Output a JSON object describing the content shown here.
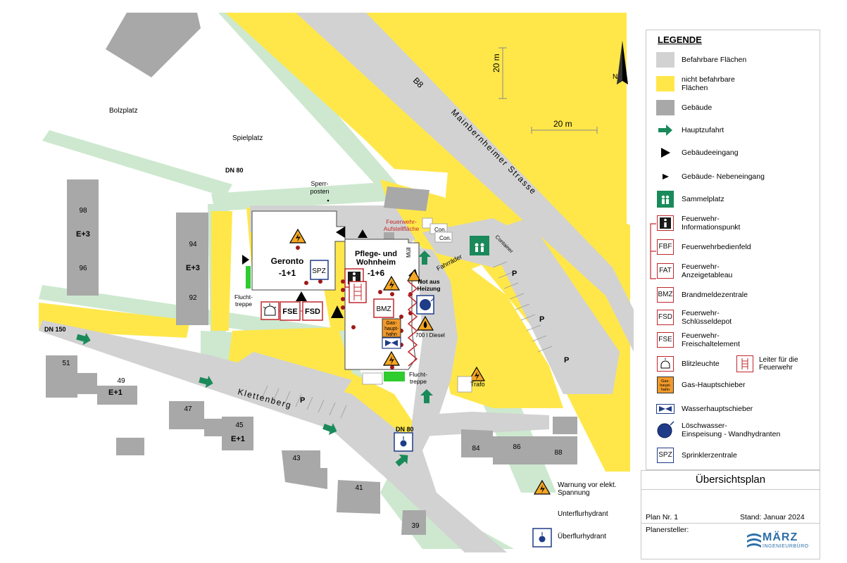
{
  "map": {
    "scale_labels": [
      "20 m",
      "20 m"
    ],
    "street_b8": "B8",
    "street_main": "Mainbernheimer Strasse",
    "street_klettenberg": "Klettenberg",
    "places": {
      "bolzplatz": "Bolzplatz",
      "spielplatz": "Spielplatz",
      "sperrposten": "Sperr-\nposten"
    },
    "buildings": {
      "geronto": "Geronto",
      "geronto_floors": "-1+1",
      "pflege": "Pflege- und",
      "wohnheim": "Wohnheim",
      "pflege_floors": "-1+6",
      "b98": "98",
      "b94": "94",
      "b96": "96",
      "b92": "92",
      "e3a": "E+3",
      "e3b": "E+3",
      "b51": "51",
      "b49": "49",
      "e1a": "E+1",
      "b47": "47",
      "b45": "45",
      "e1b": "E+1",
      "b43": "43",
      "b41": "41",
      "b39": "39",
      "b84": "84",
      "b86": "86",
      "b88": "88"
    },
    "labels": {
      "dn80_top": "DN 80",
      "dn150": "DN 150",
      "dn80_bottom": "DN 80",
      "fluchttreppe1": "Flucht-\ntreppe",
      "fluchttreppe2": "Flucht-\ntreppe",
      "feuerwehr_aufstell": "Feuerwehr-\nAufstellfläche",
      "con1": "Con.",
      "con2": "Con.",
      "container": "Container",
      "muell": "Müll",
      "fahrraeder": "Fahrräder",
      "not_aus": "Not aus\nHeizung",
      "diesel": "700 l Diesel",
      "trafo": "Trafo",
      "gas": "Gas-\nhaupt-\nhahn",
      "p": "P"
    },
    "box_labels": {
      "spz": "SPZ",
      "fse": "FSE",
      "fsd": "FSD",
      "bmz": "BMZ"
    }
  },
  "legend": {
    "title": "LEGENDE",
    "items": [
      {
        "label": "Befahrbare Flächen",
        "icon": "gray-area-swatch"
      },
      {
        "label": "nicht befahrbare\nFlächen",
        "icon": "yellow-area-swatch"
      },
      {
        "label": "Gebäude",
        "icon": "building-swatch"
      },
      {
        "label": "Hauptzufahrt",
        "icon": "green-arrow-icon"
      },
      {
        "label": "Gebäudeeingang",
        "icon": "entrance-triangle-icon"
      },
      {
        "label": "Gebäude- Nebeneingang",
        "icon": "side-entrance-triangle-icon"
      },
      {
        "label": "Sammelplatz",
        "icon": "assembly-point-icon"
      },
      {
        "label": "Feuerwehr-\nInformationspunkt",
        "icon": "info-point-icon"
      },
      {
        "label": "Feuerwehrbedienfeld",
        "icon": "fbf-icon",
        "box": "FBF"
      },
      {
        "label": "Feuerwehr-\nAnzeigetableau",
        "icon": "fat-icon",
        "box": "FAT"
      },
      {
        "label": "Brandmeldezentrale",
        "icon": "bmz-icon",
        "box": "BMZ"
      },
      {
        "label": "Feuerwehr-\nSchlüsseldepot",
        "icon": "fsd-icon",
        "box": "FSD"
      },
      {
        "label": "Feuerwehr-\nFreischaltelement",
        "icon": "fse-icon",
        "box": "FSE"
      },
      {
        "label": "Blitzleuchte",
        "icon": "flash-light-icon"
      },
      {
        "label": "Gas-Hauptschieber",
        "icon": "gas-valve-icon",
        "box": "Gas-\nhaupt-\nhahn"
      },
      {
        "label": "Wasserhauptschieber",
        "icon": "water-valve-icon"
      },
      {
        "label": "Löschwasser-\nEinspeisung - Wandhydranten",
        "icon": "water-feed-icon"
      },
      {
        "label": "Sprinklerzentrale",
        "icon": "spz-icon",
        "box": "SPZ"
      }
    ],
    "ladder_label": "Leiter für die\nFeuerwehr"
  },
  "small_legend": {
    "warning": "Warnung vor elekt.\nSpannung",
    "unterflur": "Unterflurhydrant",
    "ueberflur": "Überflurhydrant"
  },
  "titleblock": {
    "title": "Übersichtsplan",
    "plan": "Plan Nr. 1",
    "stand": "Stand: Januar 2024",
    "planersteller": "Planersteller:",
    "logo_main": "MÄRZ",
    "logo_sub": "INGENIEURBÜRO"
  },
  "colors": {
    "yellow": "#ffe74a",
    "gray": "#d2d2d2",
    "building": "#a8a8a8",
    "green_path": "#cde8cf",
    "arrow_green": "#1a8a5a",
    "red": "#c0282d",
    "blue": "#1f3c88"
  }
}
